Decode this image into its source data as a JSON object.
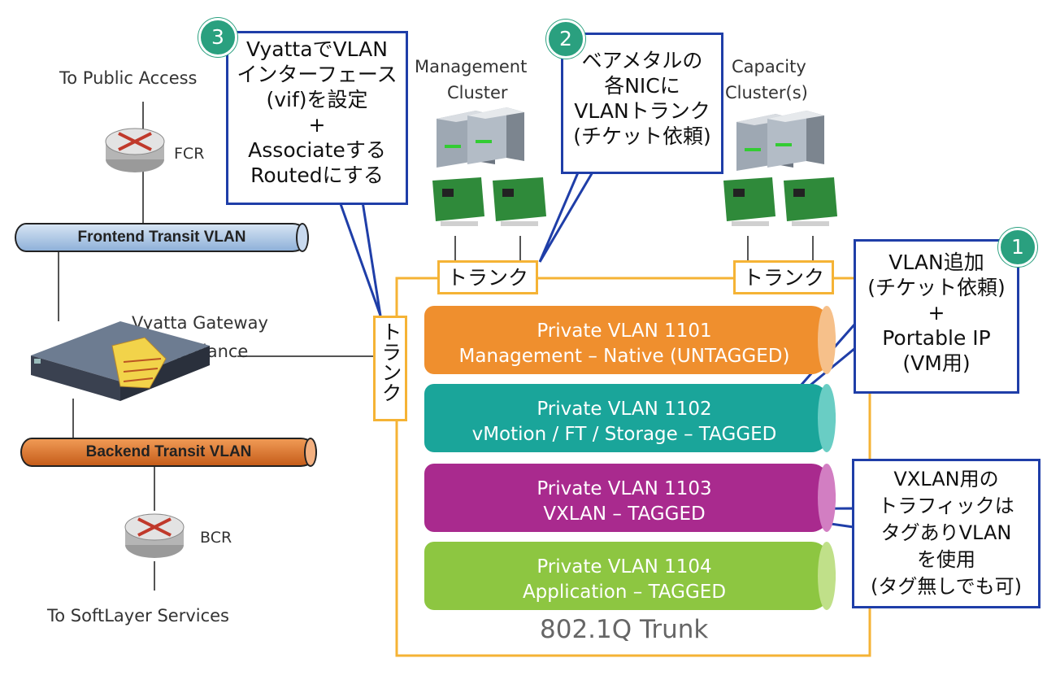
{
  "left": {
    "public_access": "To Public Access",
    "fcr": "FCR",
    "frontend": "Frontend Transit VLAN",
    "gateway_line1": "Vyatta Gateway",
    "gateway_line2": "Appliance",
    "backend": "Backend Transit VLAN",
    "bcr": "BCR",
    "softlayer": "To SoftLayer Services"
  },
  "clusters": {
    "management_line1": "Management",
    "management_line2": "Cluster",
    "capacity_line1": "Capacity",
    "capacity_line2": "Cluster(s)"
  },
  "trunk_labels": {
    "left": "トランク",
    "right": "トランク",
    "vertical": "トランク",
    "bottom": "802.1Q Trunk"
  },
  "vlans": [
    {
      "line1": "Private VLAN 1101",
      "line2": "Management – Native (UNTAGGED)",
      "color": "#ef8f2e",
      "cap": "#f6c08a"
    },
    {
      "line1": "Private VLAN 1102",
      "line2": "vMotion / FT / Storage – TAGGED",
      "color": "#1aa59a",
      "cap": "#69cdc4"
    },
    {
      "line1": "Private VLAN 1103",
      "line2": "VXLAN – TAGGED",
      "color": "#a92a8e",
      "cap": "#d27ec2"
    },
    {
      "line1": "Private VLAN 1104",
      "line2": "Application – TAGGED",
      "color": "#8dc641",
      "cap": "#c0e089"
    }
  ],
  "callouts": {
    "c3": {
      "badge": "3",
      "lines": [
        "VyattaでVLAN",
        "インターフェース",
        "(vif)を設定",
        "+",
        "Associateする",
        "Routedにする"
      ]
    },
    "c2": {
      "badge": "2",
      "lines": [
        "ベアメタルの",
        "各NICに",
        "VLANトランク",
        "(チケット依頼)"
      ]
    },
    "c1": {
      "badge": "1",
      "lines": [
        "VLAN追加",
        "(チケット依頼)",
        "+",
        "Portable IP",
        "(VM用)"
      ]
    },
    "c4": {
      "lines": [
        "VXLAN用の",
        "トラフィックは",
        "タグありVLAN",
        "を使用",
        "(タグ無しでも可)"
      ]
    }
  },
  "colors": {
    "callout_border": "#1f3ea8",
    "trunk": "#f5b335",
    "badge": "#2aa07f"
  }
}
